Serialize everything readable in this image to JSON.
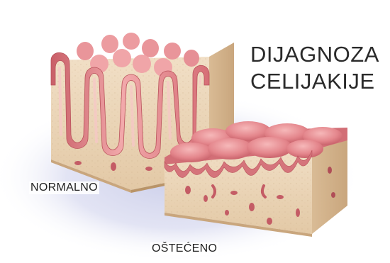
{
  "title": {
    "line1": "DIJAGNOZA",
    "line2": "CELIJAKIJE"
  },
  "labels": {
    "normal": "NORMALNO",
    "damaged": "OŠTEĆENO"
  },
  "colors": {
    "tissue_tan": "#ecd7bc",
    "tissue_shade": "#d8bd99",
    "mucosa_pink": "#e88b8f",
    "mucosa_light": "#f3b0b2",
    "mucosa_dark": "#c55b63",
    "background_lavender": "#cfd2ec"
  }
}
